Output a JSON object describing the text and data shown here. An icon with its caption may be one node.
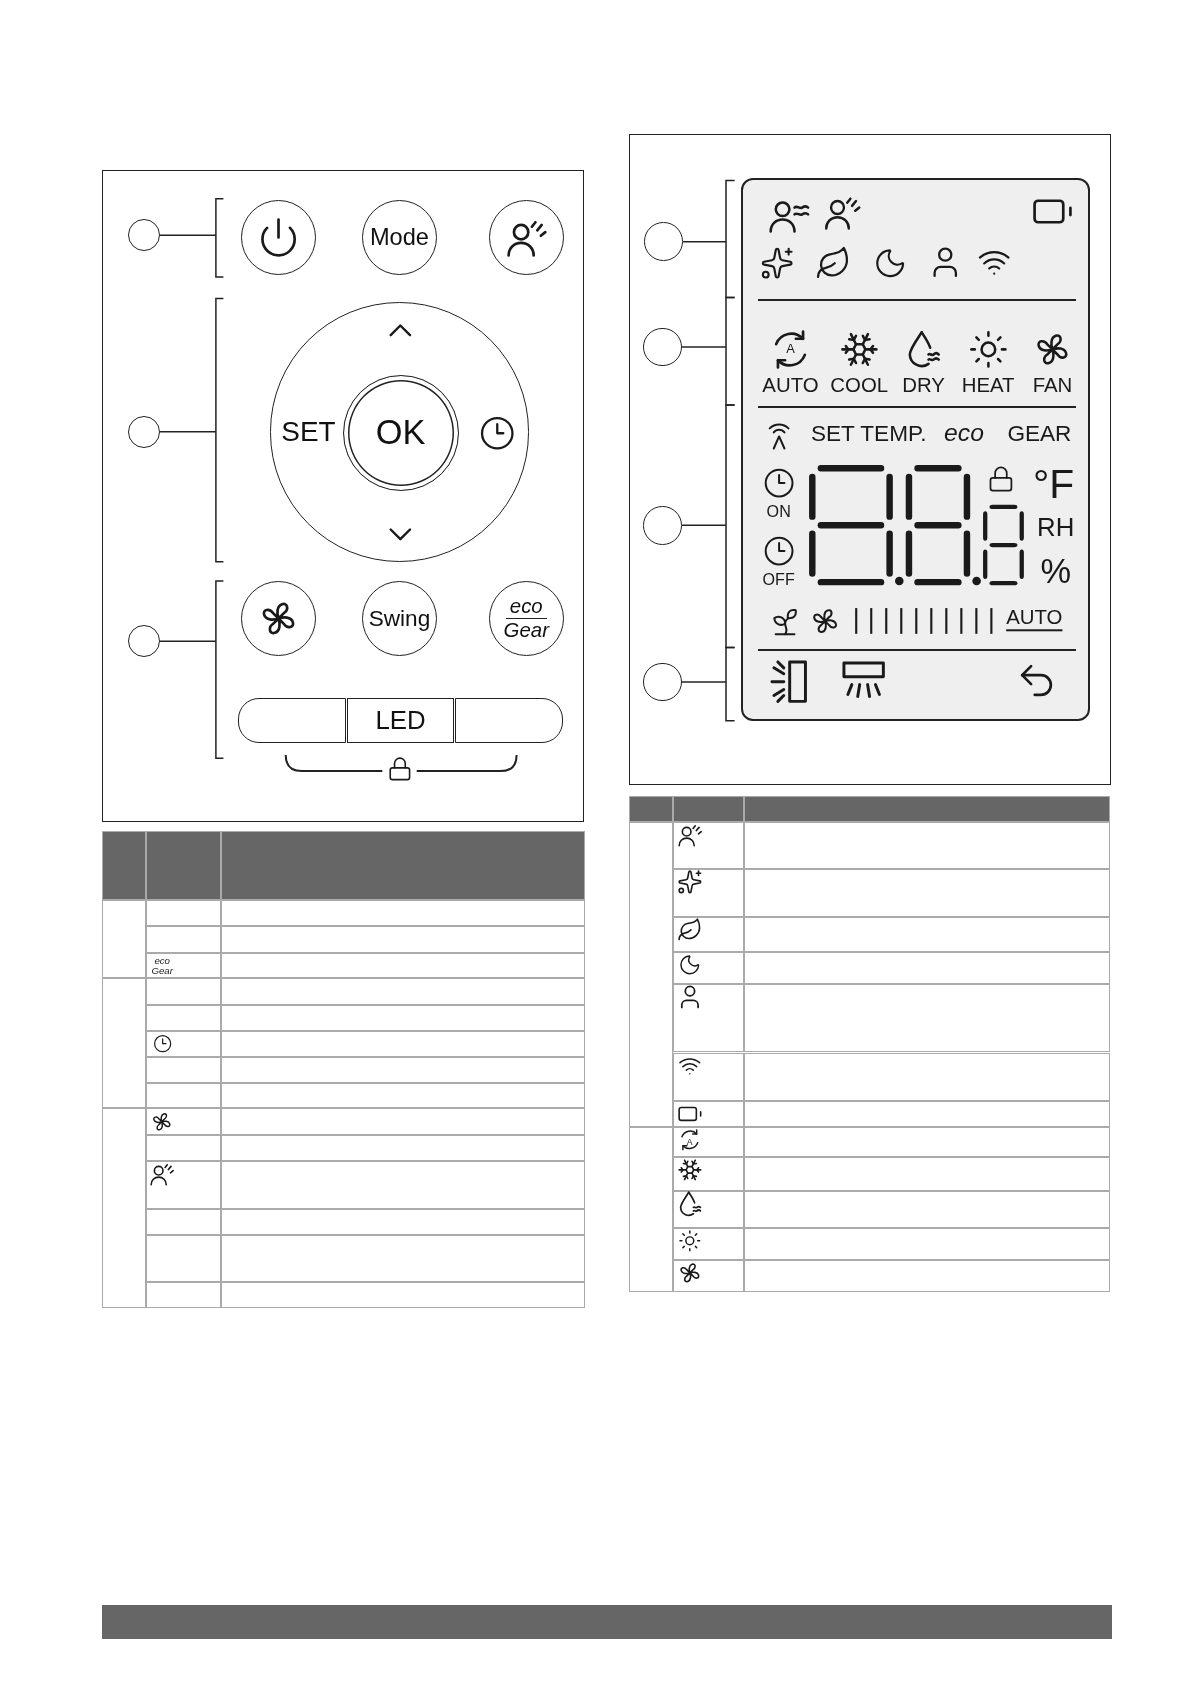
{
  "diagram": {
    "nodes": [
      {
        "text": [],
        "shape": "circle"
      },
      {
        "text": [],
        "shape": "circle"
      },
      {
        "text": [
          "Mode"
        ]
      },
      {
        "text": [],
        "shape": "circle"
      },
      {
        "text": [],
        "shape": "circle"
      },
      {
        "text": [
          "SET"
        ]
      },
      {
        "text": [
          "OK"
        ],
        "in": 5
      },
      {
        "text": [],
        "shape": "circle"
      },
      {
        "text": [],
        "shape": "circle"
      },
      {
        "text": [
          "Swing"
        ]
      },
      {
        "text": [
          "eco",
          "Gear"
        ]
      },
      {
        "text": [],
        "shape": "box"
      },
      {
        "text": [
          "LED"
        ]
      },
      {
        "text": [],
        "shape": "box"
      },
      {
        "text": [],
        "shape": "circle"
      },
      {
        "text": [],
        "shape": "circle"
      },
      {
        "text": [],
        "shape": "circle"
      },
      {
        "text": [],
        "shape": "circle"
      }
    ],
    "edges": [
      {
        "from": 0,
        "to": null,
        "arrow": "none"
      },
      {
        "from": 4,
        "to": null,
        "arrow": "none"
      },
      {
        "from": 7,
        "to": null,
        "arrow": "none"
      },
      {
        "from": 14,
        "to": null,
        "arrow": "none"
      },
      {
        "from": 15,
        "to": null,
        "arrow": "none"
      },
      {
        "from": 16,
        "to": null,
        "arrow": "none"
      },
      {
        "from": 17,
        "to": null,
        "arrow": "none"
      }
    ],
    "labels": [
      "A",
      "AUTO",
      "COOL",
      "DRY",
      "HEAT",
      "FAN",
      "SET TEMP.",
      "eco",
      "GEAR",
      "ON",
      "OFF",
      "°F",
      "RH",
      "%",
      "AUTO",
      "eco Gear",
      "A"
    ]
  }
}
